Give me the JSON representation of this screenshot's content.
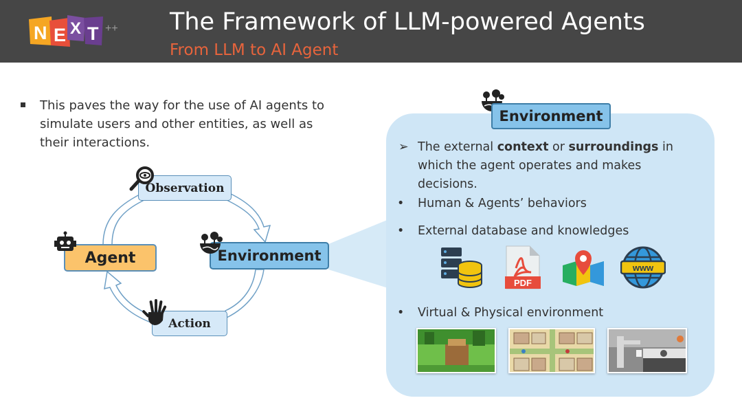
{
  "header": {
    "logo_letters": [
      "N",
      "E",
      "X",
      "T",
      "++"
    ],
    "title": "The Framework of LLM-powered Agents",
    "subtitle": "From LLM to AI Agent"
  },
  "left": {
    "bullet": "This paves the way for the use of AI agents to simulate users and other entities, as well as their interactions."
  },
  "cycle": {
    "observation": "Observation",
    "environment": "Environment",
    "action": "Action",
    "agent": "Agent"
  },
  "panel": {
    "tag": "Environment",
    "arrow_glyph": "➢",
    "definition_parts": [
      "The external ",
      "context",
      " or ",
      "surroundings",
      " in which the agent operates and makes decisions."
    ],
    "bullet_glyph": "•",
    "bullets": [
      "Human & Agents’ behaviors",
      "External database and knowledges",
      "Virtual & Physical environment"
    ],
    "pdf_label": "PDF",
    "www_label": "www"
  },
  "icons": [
    "magnifier-eye-icon",
    "robot-icon",
    "hand-icon",
    "tree-globe-icon",
    "database-icon",
    "pdf-icon",
    "map-pin-icon",
    "globe-www-icon"
  ],
  "colors": {
    "header_bg": "#464646",
    "subtitle": "#e8643c",
    "agent_fill": "#fbc36b",
    "env_fill": "#86c3ea",
    "node_fill": "#d6e9f8",
    "panel_fill": "#cfe6f6"
  }
}
